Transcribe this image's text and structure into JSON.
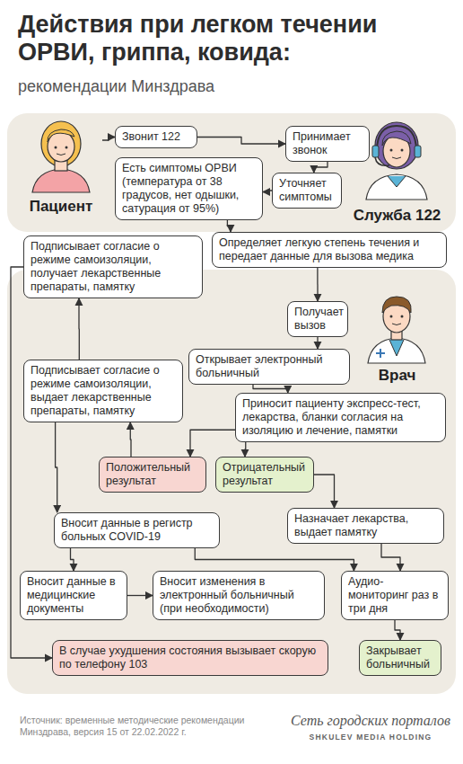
{
  "diagram": {
    "title": "Действия при легком течении ОРВИ, гриппа, ковида:",
    "caption": "Источник: временные методические рекомендации Минздрава, версия 15 от 22.02.2022 г.",
    "nodes": [
      {
        "text": [
          "Пациент"
        ]
      },
      {
        "text": [
          "Звонит 122"
        ]
      },
      {
        "text": [
          "Принимает звонок"
        ]
      },
      {
        "text": [
          "Есть симптомы ОРВИ (температура от 38 градусов, нет одышки, сатурация от 95%)"
        ]
      },
      {
        "text": [
          "Уточняет симптомы"
        ]
      },
      {
        "text": [
          "Служба 122"
        ]
      },
      {
        "text": [
          "Подписывает согласие о режиме самоизоляции, получает лекарственные препараты, памятку"
        ]
      },
      {
        "text": [
          "Определяет легкую степень течения и передает данные для вызова медика"
        ]
      },
      {
        "text": [
          "Врач"
        ]
      },
      {
        "text": [
          "Получает вызов"
        ]
      },
      {
        "text": [
          "Открывает электронный больничный"
        ]
      },
      {
        "text": [
          "Подписывает согласие о режиме самоизоляции, выдает лекарственные препараты, памятку"
        ]
      },
      {
        "text": [
          "Приносит пациенту экспресс-тест, лекарства, бланки согласия на изоляцию и лечение, памятки"
        ]
      },
      {
        "text": [
          "Положительный результат"
        ]
      },
      {
        "text": [
          "Отрицательный результат"
        ]
      },
      {
        "text": [
          "Вносит данные в регистр больных COVID-19"
        ]
      },
      {
        "text": [
          "Назначает лекарства, выдает памятку"
        ]
      },
      {
        "text": [
          "Вносит данные в медицинские документы"
        ]
      },
      {
        "text": [
          "Вносит изменения в электронный больничный (при необходимости)"
        ]
      },
      {
        "text": [
          "Аудио-мониторинг раз в три дня"
        ]
      },
      {
        "text": [
          "В случае ухудшения состояния вызывает скорую по телефону 103"
        ]
      },
      {
        "text": [
          "Закрывает больничный"
        ]
      }
    ],
    "edges": [
      {
        "from": 0,
        "to": 1,
        "arrow": "to"
      },
      {
        "from": 1,
        "to": 2,
        "arrow": "to"
      },
      {
        "from": 2,
        "to": 4,
        "arrow": "to"
      },
      {
        "from": 4,
        "to": 3,
        "arrow": "to"
      },
      {
        "from": 3,
        "to": 7,
        "arrow": "to"
      },
      {
        "from": 7,
        "to": 9,
        "arrow": "to"
      },
      {
        "from": 9,
        "to": 10,
        "arrow": "to"
      },
      {
        "from": 10,
        "to": 12,
        "arrow": "to"
      },
      {
        "from": 12,
        "to": 13,
        "arrow": "to"
      },
      {
        "from": 12,
        "to": 14,
        "arrow": "to"
      },
      {
        "from": 13,
        "to": 11,
        "arrow": "to"
      },
      {
        "from": 11,
        "to": 6,
        "arrow": "to"
      },
      {
        "from": 11,
        "to": 15,
        "arrow": "to"
      },
      {
        "from": 6,
        "to": 20,
        "arrow": "to"
      },
      {
        "from": 14,
        "to": 16,
        "arrow": "to"
      },
      {
        "from": 15,
        "to": 17,
        "arrow": "to"
      },
      {
        "from": 17,
        "to": 18,
        "arrow": "to"
      },
      {
        "from": 15,
        "to": 19,
        "arrow": "to"
      },
      {
        "from": 16,
        "to": 19,
        "arrow": "to"
      },
      {
        "from": 19,
        "to": 21,
        "arrow": "to"
      }
    ],
    "labels": [
      "рекомендации Минздрава",
      "Сеть городских порталов",
      "SHKULEV MEDIA HOLDING"
    ]
  }
}
